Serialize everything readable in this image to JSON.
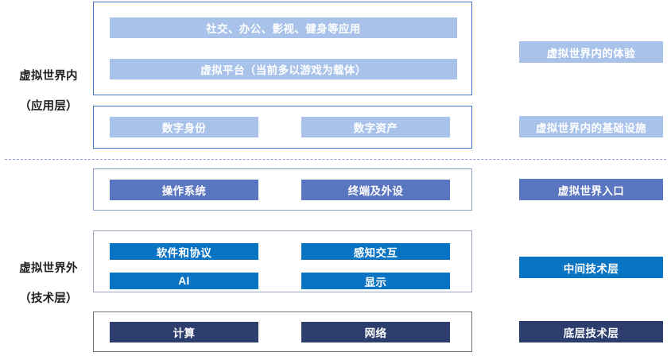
{
  "diagram": {
    "title_hidden": "",
    "colors": {
      "light_blue": "#a8c2ea",
      "slate_blue": "#5b76c0",
      "bright_blue": "#0a74c4",
      "navy": "#2d3e6e",
      "frame_blue": "#4472c4",
      "divider": "#8ea0c8"
    },
    "categories": [
      {
        "id": "inside",
        "line1": "虚拟世界内",
        "line2": "（应用层）"
      },
      {
        "id": "outside",
        "line1": "虚拟世界外",
        "line2": "（技术层）"
      }
    ],
    "groups": [
      {
        "id": "application",
        "bars": [
          {
            "label": "社交、办公、影视、健身等应用",
            "style": "light"
          },
          {
            "label": "虚拟平台（当前多以游戏为载体）",
            "style": "light"
          }
        ]
      },
      {
        "id": "digital-infra",
        "bars": [
          {
            "label": "数字身份",
            "style": "light"
          },
          {
            "label": "数字资产",
            "style": "light"
          }
        ]
      },
      {
        "id": "entry",
        "bars": [
          {
            "label": "操作系统",
            "style": "slate"
          },
          {
            "label": "终端及外设",
            "style": "slate"
          }
        ]
      },
      {
        "id": "middle-tech",
        "bars": [
          {
            "label": "软件和协议",
            "style": "bright"
          },
          {
            "label": "感知交互",
            "style": "bright"
          },
          {
            "label": "AI",
            "style": "bright"
          },
          {
            "label": "显示",
            "style": "bright"
          }
        ]
      },
      {
        "id": "base-tech",
        "bars": [
          {
            "label": "计算",
            "style": "navy"
          },
          {
            "label": "网络",
            "style": "navy"
          }
        ]
      }
    ],
    "side_labels": [
      {
        "id": "experience",
        "label": "虚拟世界内的体验",
        "style": "light"
      },
      {
        "id": "inner-infrastructure",
        "label": "虚拟世界内的基础设施",
        "style": "light"
      },
      {
        "id": "entry-point",
        "label": "虚拟世界入口",
        "style": "slate"
      },
      {
        "id": "middle-tech-layer",
        "label": "中间技术层",
        "style": "bright"
      },
      {
        "id": "base-tech-layer",
        "label": "底层技术层",
        "style": "navy"
      }
    ]
  }
}
